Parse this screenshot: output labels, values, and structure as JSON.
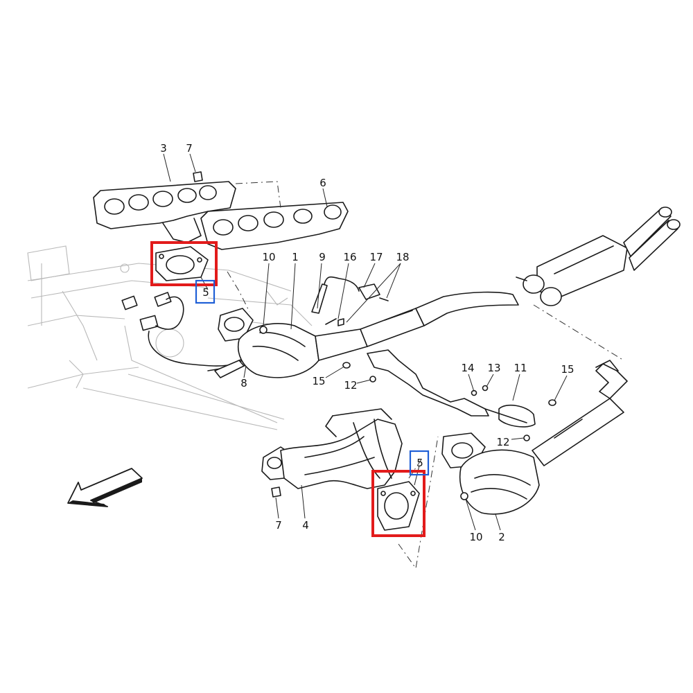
{
  "diagram": {
    "colors": {
      "highlight_red": "#e21b1b",
      "highlight_blue": "#1f5fd6",
      "line": "#1a1a1a",
      "ghost": "#b8b8b8"
    },
    "callouts": {
      "c1": "1",
      "c2": "2",
      "c3": "3",
      "c4": "4",
      "c5a": "5",
      "c5b": "5",
      "c6": "6",
      "c7a": "7",
      "c7b": "7",
      "c8": "8",
      "c9": "9",
      "c10a": "10",
      "c10b": "10",
      "c11": "11",
      "c12a": "12",
      "c12b": "12",
      "c13": "13",
      "c14": "14",
      "c15a": "15",
      "c15b": "15",
      "c16": "16",
      "c17": "17",
      "c18": "18"
    },
    "highlights": [
      "gasket-upper",
      "gasket-lower"
    ],
    "icons": [
      "direction-arrow-icon"
    ]
  }
}
